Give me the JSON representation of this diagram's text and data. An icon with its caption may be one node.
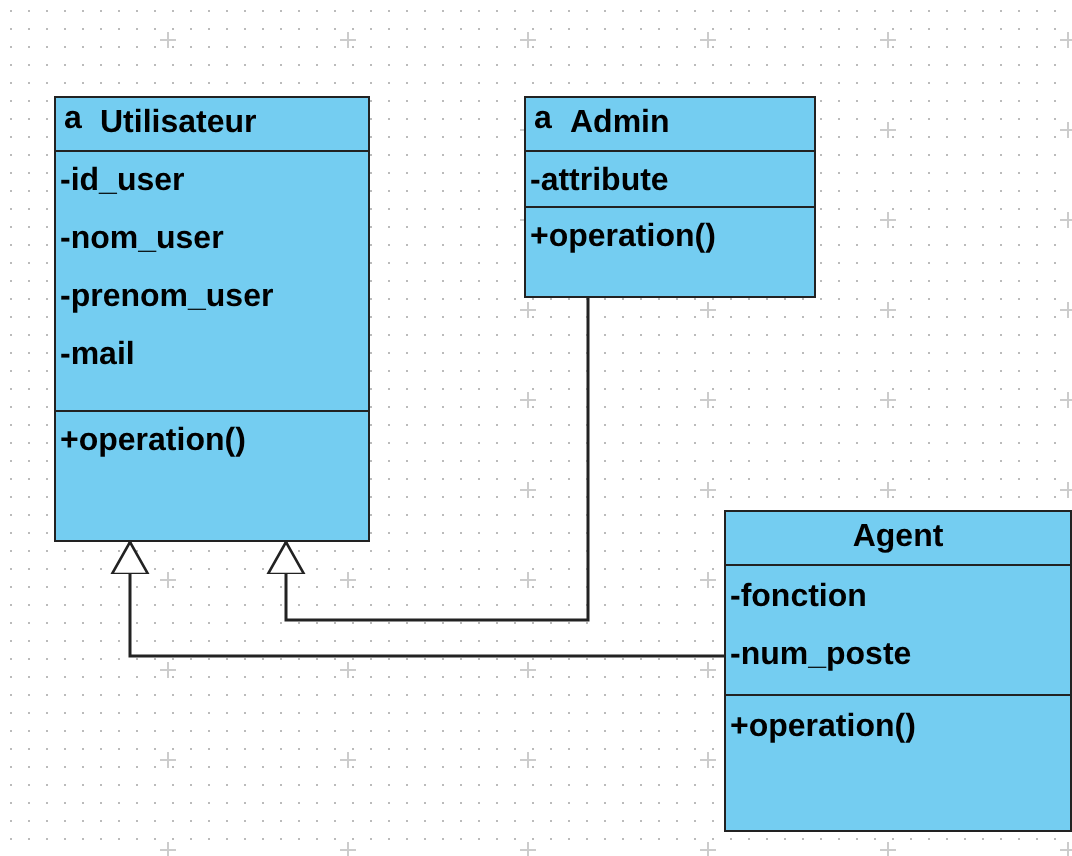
{
  "diagram": {
    "nodes": [
      {
        "text": [
          "a",
          "Utilisateur"
        ]
      },
      {
        "text": [
          "-id_user",
          "-nom_user",
          "-prenom_user",
          "-mail"
        ],
        "in": 0
      },
      {
        "text": [
          "+operation()"
        ],
        "in": 0
      },
      {
        "text": [
          "a",
          "Admin"
        ]
      },
      {
        "text": [
          "-attribute"
        ],
        "in": 3
      },
      {
        "text": [
          "+operation()"
        ],
        "in": 3
      },
      {
        "text": [
          "Agent"
        ]
      },
      {
        "text": [
          "-fonction",
          "-num_poste"
        ],
        "in": 6
      },
      {
        "text": [
          "+operation()"
        ],
        "in": 6
      }
    ],
    "edges": [
      {
        "from": 3,
        "to": 0,
        "arrow": "to"
      },
      {
        "from": 6,
        "to": 0,
        "arrow": "to"
      }
    ]
  }
}
